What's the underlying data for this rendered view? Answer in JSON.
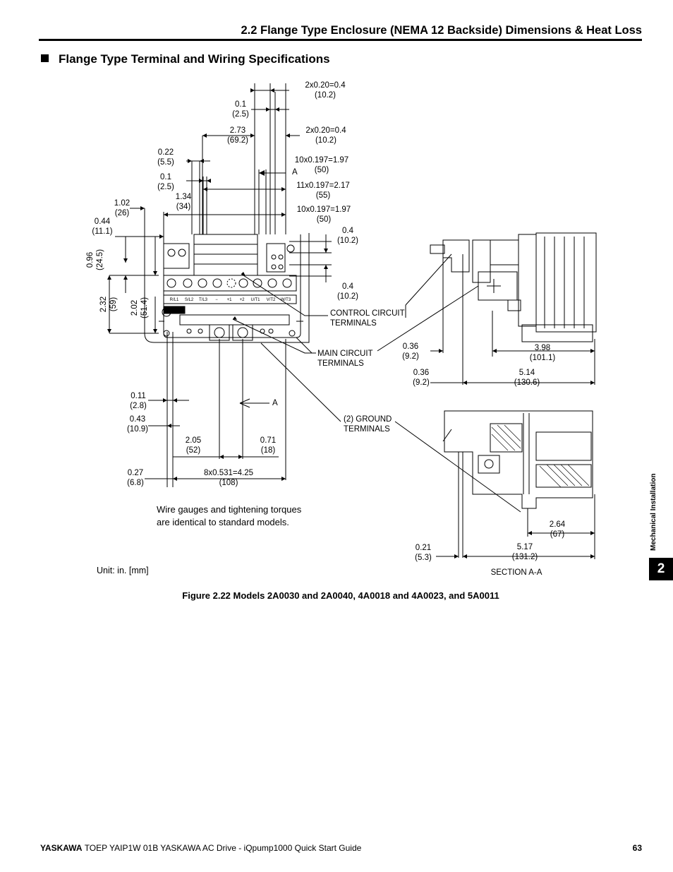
{
  "header": {
    "title": "2.2 Flange Type Enclosure (NEMA 12 Backside) Dimensions & Heat Loss"
  },
  "section": {
    "title": "Flange Type Terminal and Wiring Specifications"
  },
  "figure": {
    "dims_top": [
      {
        "l1": "2x0.20=0.4",
        "l2": "(10.2)"
      },
      {
        "l1": "0.1",
        "l2": "(2.5)"
      },
      {
        "l1": "2.73",
        "l2": "(69.2)"
      },
      {
        "l1": "2x0.20=0.4",
        "l2": "(10.2)"
      },
      {
        "l1": "0.22",
        "l2": "(5.5)"
      },
      {
        "l1": "10x0.197=1.97",
        "l2": "(50)"
      },
      {
        "l1": "0.1",
        "l2": "(2.5)"
      },
      {
        "l1": "11x0.197=2.17",
        "l2": "(55)"
      },
      {
        "l1": "1.34",
        "l2": "(34)"
      },
      {
        "l1": "1.02",
        "l2": "(26)"
      },
      {
        "l1": "10x0.197=1.97",
        "l2": "(50)"
      },
      {
        "l1": "0.44",
        "l2": "(11.1)"
      },
      {
        "l1": "0.4",
        "l2": "(10.2)"
      },
      {
        "l1": "0.4",
        "l2": "(10.2)"
      }
    ],
    "dims_vertical": [
      {
        "l1": "0.96",
        "l2": "(24.5)"
      },
      {
        "l1": "2.32",
        "l2": "(59)"
      },
      {
        "l1": "2.02",
        "l2": "(51.4)"
      }
    ],
    "dims_bottom": [
      {
        "l1": "0.11",
        "l2": "(2.8)"
      },
      {
        "l1": "0.43",
        "l2": "(10.9)"
      },
      {
        "l1": "2.05",
        "l2": "(52)"
      },
      {
        "l1": "0.71",
        "l2": "(18)"
      },
      {
        "l1": "0.27",
        "l2": "(6.8)"
      },
      {
        "l1": "8x0.531=4.25",
        "l2": "(108)"
      }
    ],
    "dims_side": [
      {
        "l1": "0.36",
        "l2": "(9.2)"
      },
      {
        "l1": "3.98",
        "l2": "(101.1)"
      },
      {
        "l1": "0.36",
        "l2": "(9.2)"
      },
      {
        "l1": "5.14",
        "l2": "(130.6)"
      },
      {
        "l1": "2.64",
        "l2": "(67)"
      },
      {
        "l1": "0.21",
        "l2": "(5.3)"
      },
      {
        "l1": "5.17",
        "l2": "(131.2)"
      }
    ],
    "callouts": {
      "control_l1": "CONTROL CIRCUIT",
      "control_l2": "TERMINALS",
      "main_l1": "MAIN CIRCUIT",
      "main_l2": "TERMINALS",
      "ground_l1": "(2) GROUND",
      "ground_l2": "TERMINALS",
      "a_top": "A",
      "a_bottom": "A"
    },
    "terminal_labels": [
      "R/L1",
      "S/L2",
      "T/L3",
      "−",
      "+1",
      "+2",
      "U/T1",
      "V/T2",
      "W/T3"
    ],
    "note_l1": "Wire gauges and tightening torques",
    "note_l2": "are identical to standard models.",
    "unit": "Unit: in. [mm]",
    "section_label": "SECTION A-A"
  },
  "caption": "Figure 2.22  Models 2A0030 and 2A0040, 4A0018 and 4A0023, and 5A0011",
  "side_tab": {
    "label": "Mechanical Installation",
    "chapter": "2"
  },
  "footer": {
    "brand": "YASKAWA",
    "text": " TOEP YAIP1W 01B YASKAWA AC Drive - iQpump1000 Quick Start Guide",
    "page": "63"
  }
}
